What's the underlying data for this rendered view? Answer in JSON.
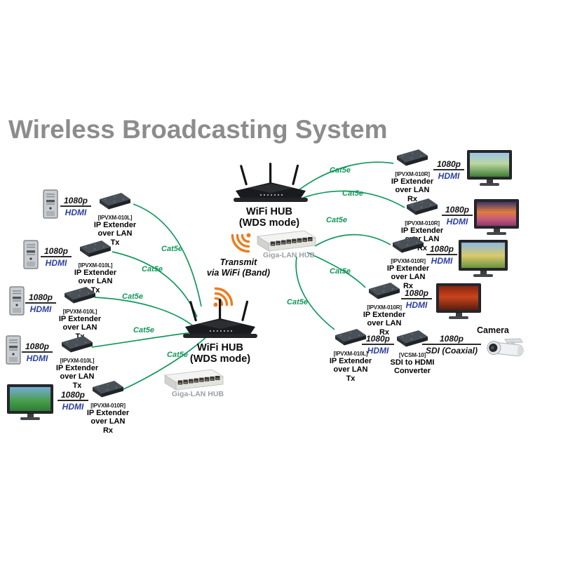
{
  "title": "Wireless Broadcasting System",
  "palette": {
    "cable_green": "#10985a",
    "hdmi_blue": "#2b3f9e",
    "wifi_orange": "#ed7c1e",
    "title_gray": "#8c8c8c"
  },
  "link_labels": {
    "cat5e": "Cat5e",
    "res_1080p": "1080p",
    "hdmi": "HDMI",
    "sdi_coaxial": "SDI (Coaxial)"
  },
  "devices": {
    "tx_extender": {
      "model": "[IPVXM-010L]",
      "line1": "IP Extender",
      "line2": "over LAN Tx"
    },
    "rx_extender": {
      "model": "[IPVXM-010R]",
      "line1": "IP Extender",
      "line2": "over LAN Rx"
    },
    "sdi_converter": {
      "model": "[VCSM-10]",
      "line1": "SDI to HDMI",
      "line2": "Converter"
    },
    "wifi_hub": {
      "line1": "WiFi HUB",
      "line2": "(WDS mode)"
    },
    "lan_hub": "Giga-LAN HUB",
    "camera": "Camera"
  },
  "annotations": {
    "transmit_line1": "Transmit",
    "transmit_line2": "via WiFi (Band)"
  }
}
